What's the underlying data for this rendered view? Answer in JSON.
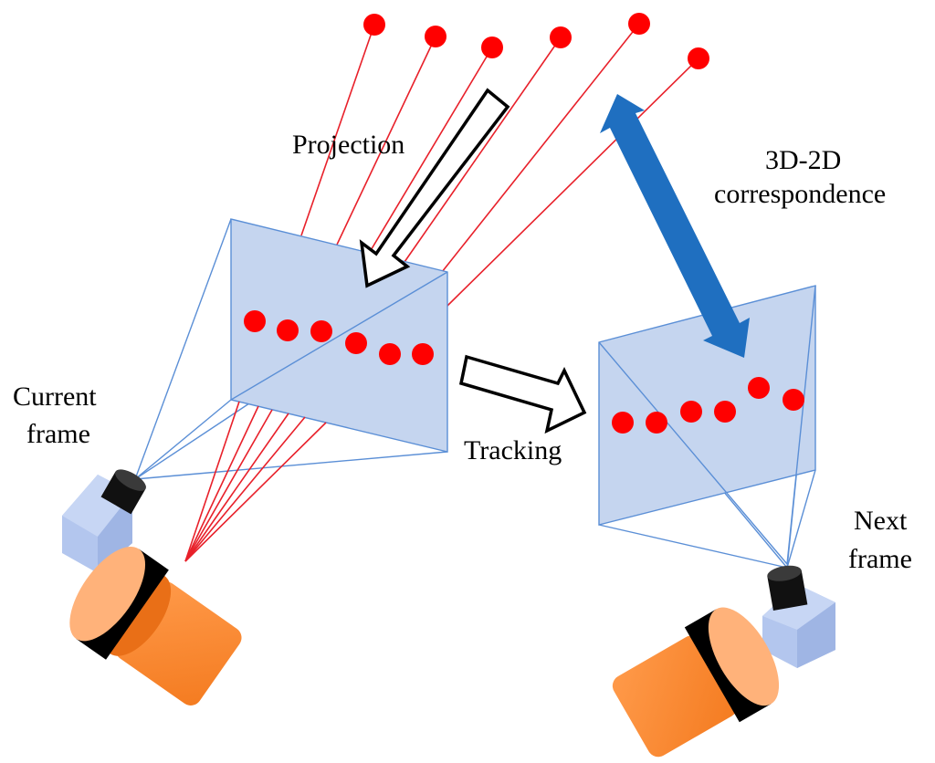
{
  "labels": {
    "projection": "Projection",
    "correspondence_line1": "3D-2D",
    "correspondence_line2": "correspondence",
    "current_line1": "Current",
    "current_line2": "frame",
    "tracking": "Tracking",
    "next_line1": "Next",
    "next_line2": "frame"
  },
  "colors": {
    "point": "#ff0000",
    "ray": "#e8202a",
    "plane_fill": "#c5d5ef",
    "plane_stroke": "#5b8fd6",
    "correspondence_arrow": "#1f6fc0",
    "lidar_orange": "#ff8c33",
    "lidar_light": "#ffb27a",
    "camera_body": "#b3c6ee"
  },
  "icons": [
    "3d-point-icon",
    "image-plane-icon",
    "camera-icon",
    "lidar-icon",
    "hollow-arrow-icon",
    "double-arrow-icon"
  ]
}
